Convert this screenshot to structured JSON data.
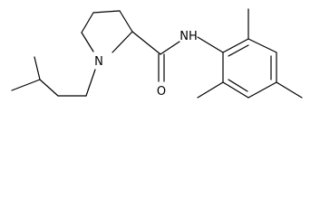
{
  "diagram": {
    "labels": {
      "ring_nitrogen": "N",
      "amide_nh": "NH",
      "carbonyl_oxygen": "O"
    },
    "colors": {
      "background": "#ffffff",
      "ink": "#000000"
    }
  }
}
